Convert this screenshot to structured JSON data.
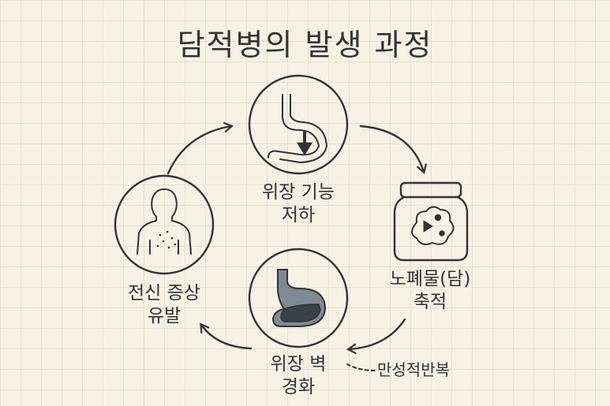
{
  "title": "담적병의 발생 과정",
  "nodes": {
    "top": {
      "line1": "위장 기능",
      "line2": "저하",
      "icon": "stomach-down-arrow-icon"
    },
    "right": {
      "line1": "노폐물(담)",
      "line2": "축적",
      "icon": "jar-waste-icon"
    },
    "bottom": {
      "line1": "위장 벽",
      "line2": "경화",
      "icon": "hardened-stomach-icon"
    },
    "left": {
      "line1": "전신 증상",
      "line2": "유발",
      "icon": "body-symptom-icon"
    }
  },
  "note": "만성적반복",
  "colors": {
    "ink": "#333333",
    "stomach": "#7f8a94",
    "stomach_dark": "#3c4148",
    "background": "#f6f1e5"
  }
}
